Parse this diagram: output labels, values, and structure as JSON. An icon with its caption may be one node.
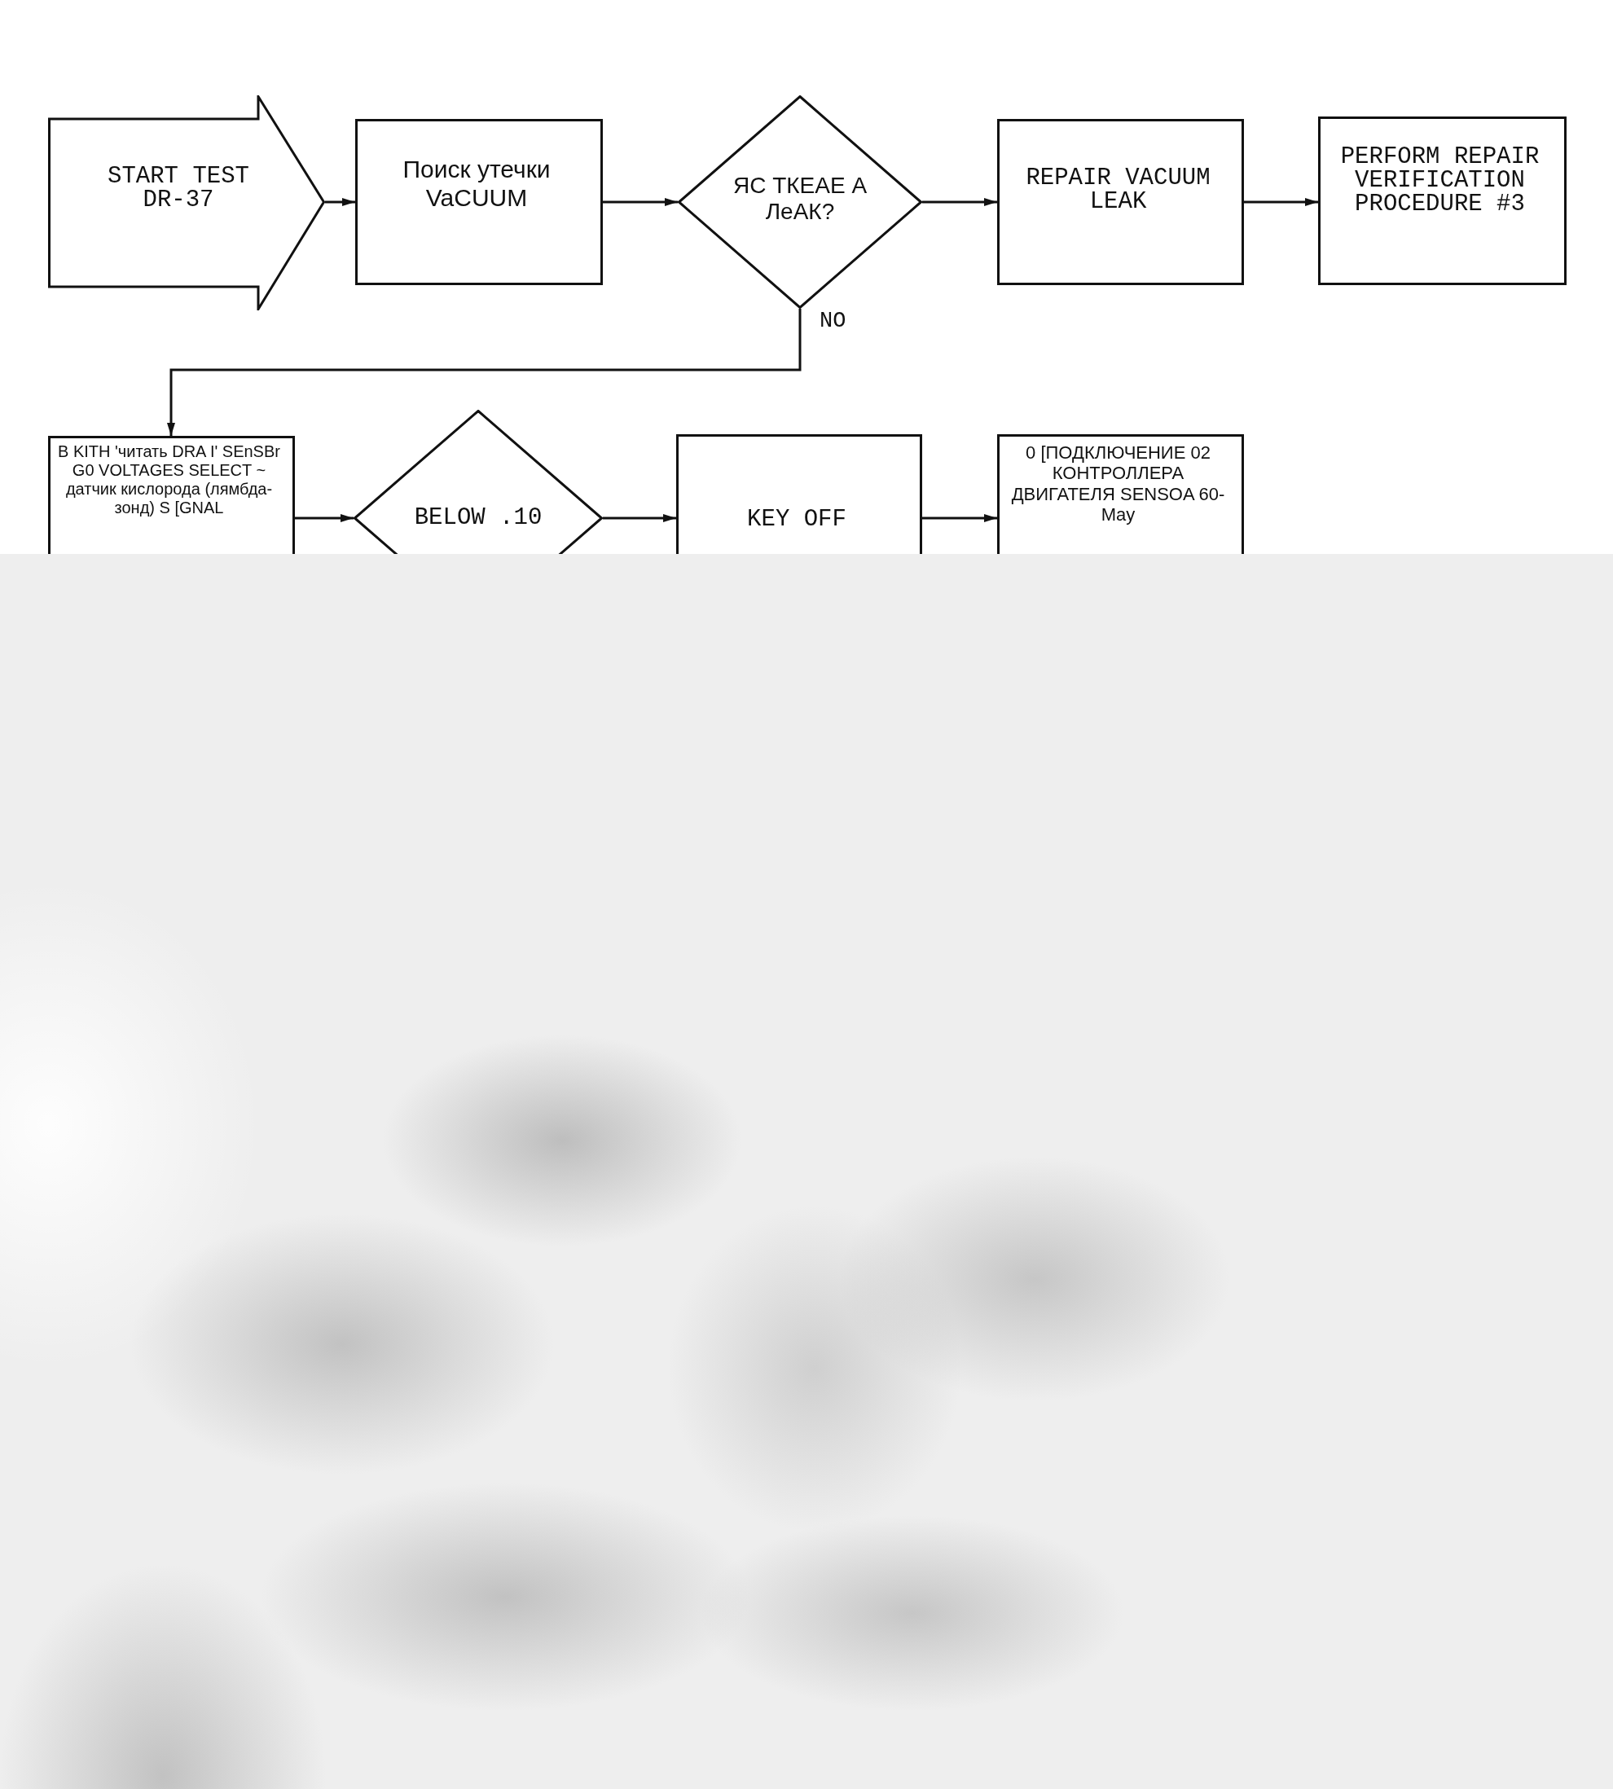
{
  "diagram": {
    "nodes": [
      {
        "text": [
          "START TEST DR-37"
        ]
      },
      {
        "text": [
          "Поиск утечки VaCUUM"
        ]
      },
      {
        "text": [
          "ЯС ТКЕАЕ А ЛеАК?"
        ]
      },
      {
        "text": [
          "REPAIR VACUUM LEAK"
        ]
      },
      {
        "text": [
          "PERFORM REPAIR VERIFICATION PROCEDURE #3"
        ]
      },
      {
        "text": [
          "B KITH 'читать DRA I' SEnSBr G0 VOLTAGES SELECT ~ датчик кислорода (лямбда-зонд) S [GNAL"
        ]
      },
      {
        "text": [
          "BELOW .10"
        ]
      },
      {
        "text": [
          "KEY OFF"
        ]
      },
      {
        "text": [
          "0 [ПОДКЛЮЧЕНИЕ 02 КОНТРОЛЛЕРА ДВИГАТЕЛЯ SENSOA 60-May"
        ]
      }
    ],
    "edges": [
      {
        "from": 0,
        "to": 1,
        "arrow": "to"
      },
      {
        "from": 1,
        "to": 2,
        "arrow": "to"
      },
      {
        "from": 2,
        "to": 3,
        "arrow": "to"
      },
      {
        "from": 3,
        "to": 4,
        "arrow": "to"
      },
      {
        "from": 2,
        "to": 5,
        "arrow": "to",
        "label": "NO"
      },
      {
        "from": 5,
        "to": 6,
        "arrow": "to"
      },
      {
        "from": 6,
        "to": 7,
        "arrow": "to"
      },
      {
        "from": 7,
        "to": 8,
        "arrow": "to"
      }
    ]
  }
}
